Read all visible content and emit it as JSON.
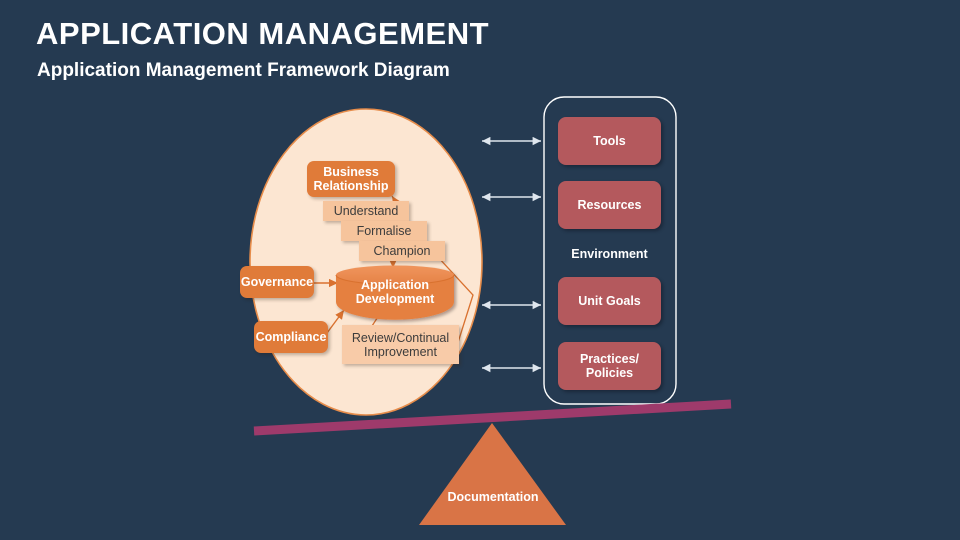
{
  "slide": {
    "title": "APPLICATION MANAGEMENT",
    "subtitle": "Application Management Framework Diagram",
    "background_color": "#253a51"
  },
  "colors": {
    "background": "#253a51",
    "ellipse_fill": "#fce6d2",
    "ellipse_stroke": "#e07b39",
    "orange": "#e07b39",
    "peach": "#f6c49c",
    "peach_light": "#f8cba8",
    "red": "#b4595d",
    "lever_bar": "#9e3a6b",
    "triangle": "#d97446",
    "arrow_white": "#dfe6ee",
    "panel_outline": "#ffffff"
  },
  "ellipse": {
    "name": "application-management-ellipse",
    "nodes": {
      "business_relationship": "Business\nRelationship",
      "business_relationship_line1": "Business",
      "business_relationship_line2": "Relationship",
      "understand": "Understand",
      "formalise": "Formalise",
      "champion": "Champion",
      "governance": "Governance",
      "compliance": "Compliance",
      "application_development_line1": "Application",
      "application_development_line2": "Development",
      "review_line1": "Review/Continual",
      "review_line2": "Improvement"
    }
  },
  "environment_panel": {
    "label": "Environment",
    "boxes": [
      {
        "label": "Tools"
      },
      {
        "label": "Resources"
      },
      {
        "label": "Unit Goals"
      },
      {
        "label": "Practices/\nPolicies",
        "line1": "Practices/",
        "line2": "Policies"
      }
    ]
  },
  "fulcrum": {
    "label": "Documentation"
  },
  "connectors": {
    "double_arrow_count": 4,
    "arrow_style": "double-headed"
  }
}
